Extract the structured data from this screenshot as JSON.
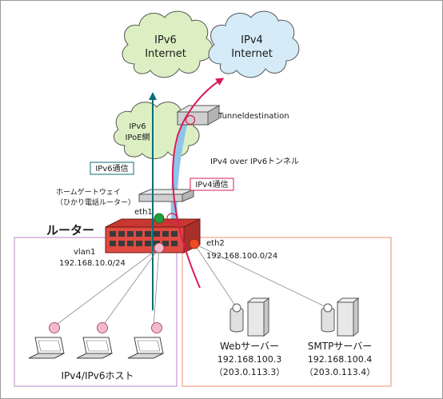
{
  "clouds": {
    "ipv6_internet": {
      "line1": "IPv6",
      "line2": "Internet"
    },
    "ipv4_internet": {
      "line1": "IPv4",
      "line2": "Internet"
    },
    "ipoe": {
      "line1": "IPv6",
      "line2": "IPoE網"
    }
  },
  "labels": {
    "tunnel_destination": "Tunneldestination",
    "tunnel": "IPv4 over IPv6トンネル",
    "ipv6_comm": "IPv6通信",
    "ipv4_comm": "IPv4通信",
    "hgw_line1": "ホームゲートウェイ",
    "hgw_line2": "（ひかり電話ルーター）",
    "eth1": "eth1",
    "router": "ルーター",
    "vlan1": "vlan1",
    "vlan1_net": "192.168.10.0/24",
    "eth2": "eth2",
    "eth2_net": "192.168.100.0/24",
    "hosts": "IPv4/IPv6ホスト"
  },
  "servers": [
    {
      "name": "Webサーバー",
      "ip": "192.168.100.3",
      "public": "（203.0.113.3）"
    },
    {
      "name": "SMTPサーバー",
      "ip": "192.168.100.4",
      "public": "（203.0.113.4）"
    }
  ],
  "colors": {
    "ipv6_path": "#0b6e78",
    "ipv4_path": "#d81b55",
    "tunnel": "#8fc4ec",
    "cloud_green": "#dcefc2",
    "cloud_blue": "#d5ebf8",
    "lan_purple": "#c79ad2",
    "lan_orange": "#f0a088",
    "eth1_dot": "#1f9e3a",
    "eth2_dot": "#ee4b24",
    "pink_dot": "#f5b8cc"
  }
}
